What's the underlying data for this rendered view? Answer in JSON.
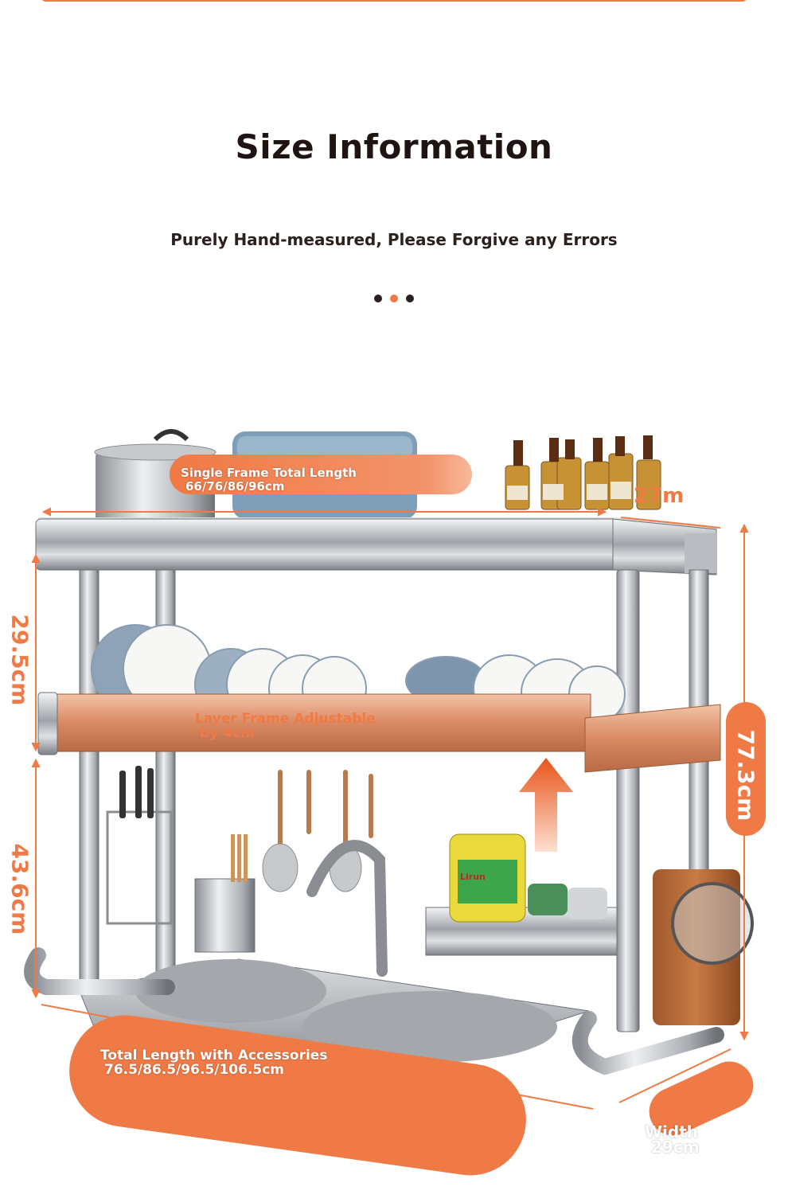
{
  "header": {
    "title": "Size Information",
    "subtitle": "Purely Hand-measured, Please Forgive any Errors"
  },
  "colors": {
    "accent": "#f07a45",
    "text_dark": "#1e1512",
    "copper": "#d98a63",
    "steel": "#c9ccd0"
  },
  "dimensions": {
    "single_frame_title": "Single Frame Total Length",
    "single_frame_value": "66/76/86/96cm",
    "depth_top": "27m",
    "upper_height": "29.5cm",
    "lower_height": "43.6cm",
    "total_height": "77.3cm",
    "layer_adjust_line1": "Layer Frame Adjustable",
    "layer_adjust_line2": "by 4cm",
    "total_length_title": "Total Length with Accessories",
    "total_length_value": "76.5/86.5/96.5/106.5cm",
    "width_title": "Width",
    "width_value": "29cm"
  },
  "product_items": {
    "bottle_label": "Lirun"
  }
}
